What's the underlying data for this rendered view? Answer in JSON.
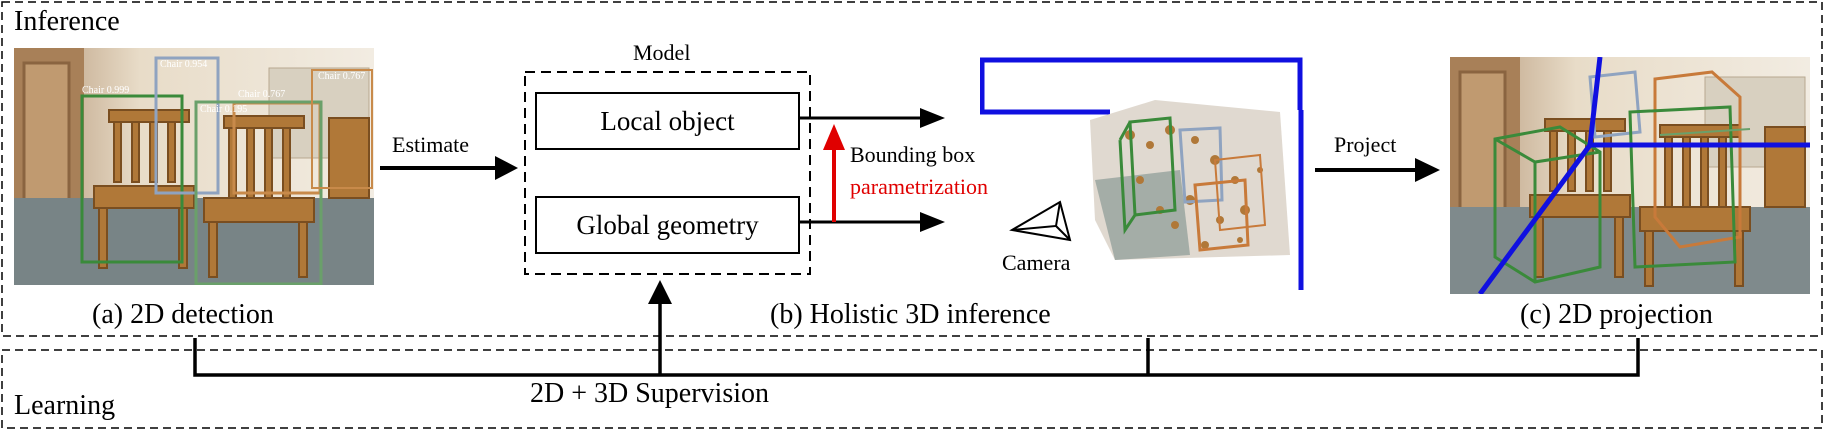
{
  "sections": {
    "inference": "Inference",
    "learning": "Learning"
  },
  "captions": {
    "detection": "(a) 2D detection",
    "holistic": "(b) Holistic 3D inference",
    "projection": "(c) 2D projection"
  },
  "model": {
    "title": "Model",
    "local_object": "Local object",
    "global_geometry": "Global geometry"
  },
  "arrows": {
    "estimate": "Estimate",
    "project": "Project",
    "bbox_line1": "Bounding box",
    "bbox_line2": "parametrization"
  },
  "camera_label": "Camera",
  "supervision": "2D + 3D Supervision",
  "detections": [
    {
      "label": "Chair 0.999",
      "color": "#3a8a3a"
    },
    {
      "label": "Chair 0.954",
      "color": "#8fa3c0"
    },
    {
      "label": "Chair 0.767",
      "color": "#c88a4a"
    },
    {
      "label": "Chair 0.195",
      "color": "#6aa06a"
    },
    {
      "label": "Chair 0.767",
      "color": "#c88a4a"
    }
  ],
  "colors": {
    "layout_edge": "#1010e0",
    "parametrization_arrow": "#e00000",
    "chair_green": "#3a8a3a",
    "chair_orange": "#c87a3a",
    "chair_blue": "#8fa3c0"
  }
}
